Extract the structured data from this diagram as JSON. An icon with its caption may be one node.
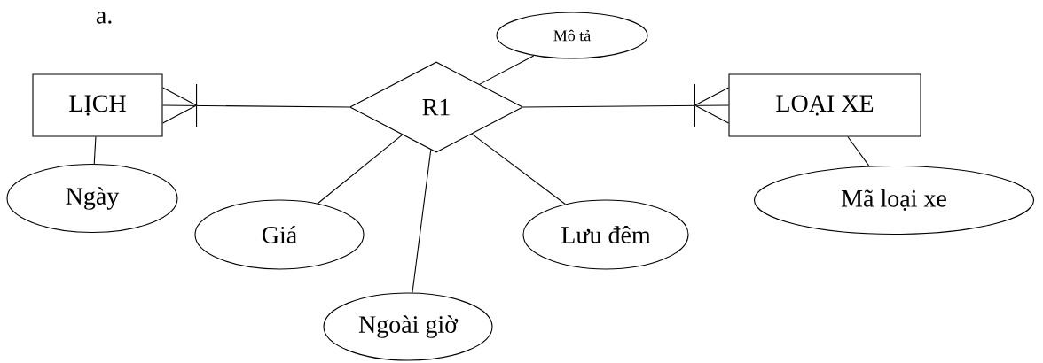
{
  "diagram": {
    "nodes": [
      {
        "text": [
          "LỊCH"
        ]
      },
      {
        "text": [
          "R1"
        ]
      },
      {
        "text": [
          "LOẠI XE"
        ]
      },
      {
        "text": [
          "Mô tả"
        ]
      },
      {
        "text": [
          "Ngày"
        ]
      },
      {
        "text": [
          "Giá"
        ]
      },
      {
        "text": [
          "Ngoài giờ"
        ]
      },
      {
        "text": [
          "Lưu đêm"
        ]
      },
      {
        "text": [
          "Mã loại xe"
        ]
      }
    ],
    "edges": [
      {
        "from": 1,
        "to": 0,
        "arrow": "other"
      },
      {
        "from": 1,
        "to": 2,
        "arrow": "other"
      },
      {
        "from": 1,
        "to": 3,
        "arrow": "none"
      },
      {
        "from": 0,
        "to": 4,
        "arrow": "none"
      },
      {
        "from": 1,
        "to": 5,
        "arrow": "none"
      },
      {
        "from": 1,
        "to": 6,
        "arrow": "none"
      },
      {
        "from": 1,
        "to": 7,
        "arrow": "none"
      },
      {
        "from": 2,
        "to": 8,
        "arrow": "none"
      }
    ],
    "labels": [
      "a."
    ]
  }
}
